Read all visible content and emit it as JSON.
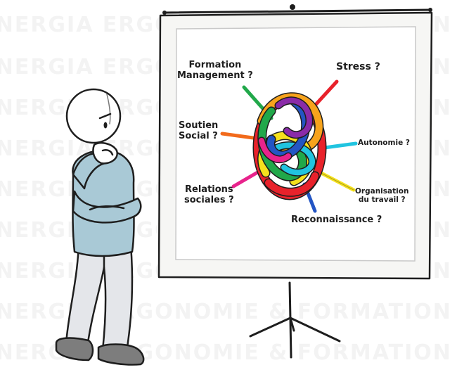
{
  "watermark": {
    "lines": [
      "YNERGIA ERGONOMIE & FORMATION ATOUT",
      "YNERGIA ERGONOMIE & FORMATION ATOUT",
      "YNERGIA ERGONOMIE & FORMATION ATOUT",
      "YNERGIA ERGONOMIE & FORMATION ATOUT",
      "YNERGIA ERGONOMIE & FORMATION ATOUT",
      "YNERGIA ERGONOMIE & FORMATION ATOUT",
      "YNERGIA ERGONOMIE & FORMATION ATOUT",
      "YNERGIA ERGONOMIE & FORMATION ATOUT",
      "YNERGIA ERGONOMIE & FORMATION ATOUT"
    ]
  },
  "board": {
    "labels": {
      "formation_management": [
        "Formation",
        "Management ?"
      ],
      "stress": "Stress ?",
      "soutien_social": [
        "Soutien",
        "Social ?"
      ],
      "autonomie": "Autonomie ?",
      "relations_sociales": [
        "Relations",
        "sociales ?"
      ],
      "organisation_travail": [
        "Organisation",
        "du travail ?"
      ],
      "reconnaissance": "Reconnaissance ?"
    }
  },
  "colors": {
    "outline": "#1e1e1e",
    "shirt": "#a9c9d6",
    "pants": "#e4e6ea",
    "shoes": "#7d7d7d",
    "knot": [
      "#e8222b",
      "#f7a31c",
      "#f5e11d",
      "#21a84a",
      "#20c4e0",
      "#2355c4",
      "#8a2ba8",
      "#e8238c",
      "#f26a1b"
    ]
  }
}
